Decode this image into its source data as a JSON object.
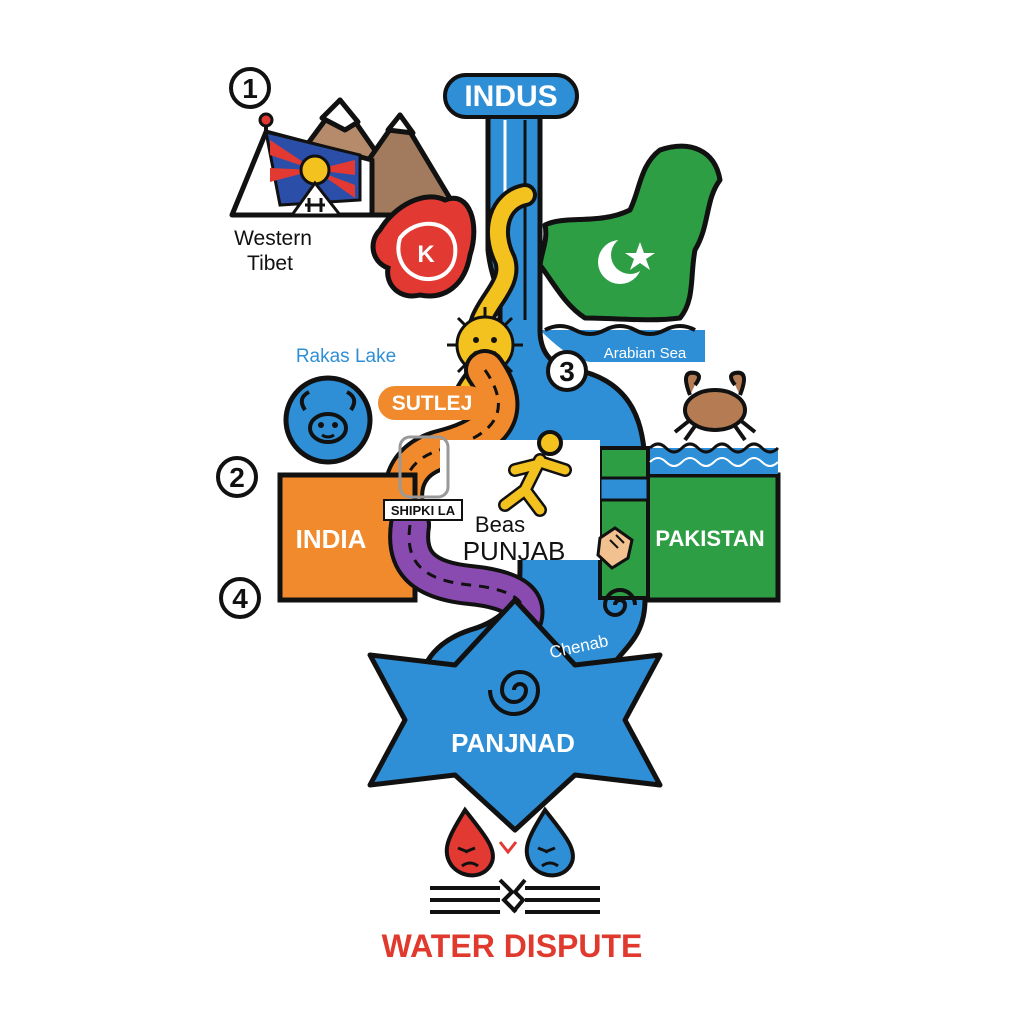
{
  "title": "WATER DISPUTE",
  "markers": [
    "1",
    "2",
    "3",
    "4"
  ],
  "labels": {
    "indus": "INDUS",
    "western_tibet_line1": "Western",
    "western_tibet_line2": "Tibet",
    "kashmir": "K",
    "rakas_lake": "Rakas Lake",
    "sutlej": "SUTLEJ",
    "shipki_la": "SHIPKI LA",
    "beas": "Beas",
    "punjab": "PUNJAB",
    "india": "INDIA",
    "pakistan": "PAKISTAN",
    "arabian_sea": "Arabian Sea",
    "chenab": "Chenab",
    "panjnad": "PANJNAD"
  },
  "icons": [
    "mountain-icon",
    "tibet-flag-icon",
    "kashmir-map-icon",
    "pakistan-map-icon",
    "sun-icon",
    "cancer-crab-sign-icon",
    "crab-icon",
    "running-person-icon",
    "handshake-icon",
    "angry-water-drop-icon",
    "broken-water-icon"
  ],
  "colors": {
    "indus": "#2f8fd6",
    "sutlej": "#f08a2c",
    "beas": "#8a4bb0",
    "india": "#f08a2c",
    "pakistan": "#2e9e45",
    "title": "#e03a2e",
    "kashmir": "#e23a33",
    "sun": "#f4c21f"
  }
}
